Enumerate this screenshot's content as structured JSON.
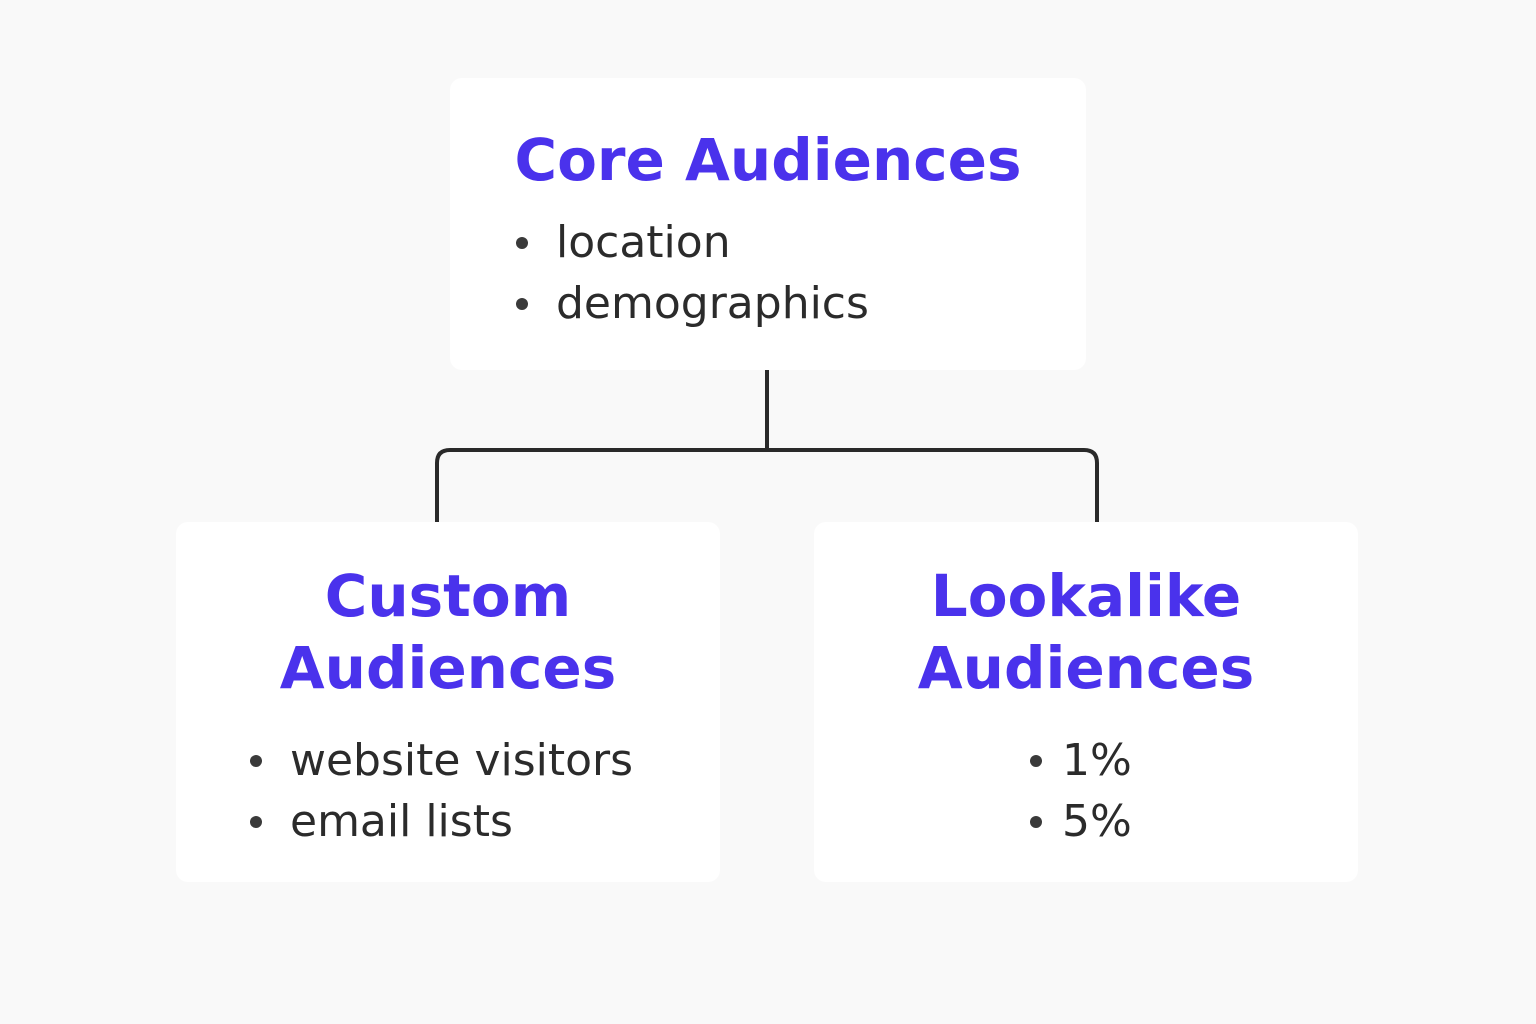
{
  "colors": {
    "title": "#4a32ec",
    "text": "#2b2b2b",
    "bullet": "#3a3a3a",
    "connector": "#2a2a2a",
    "card": "#ffffff",
    "background": "#f9f9f9"
  },
  "nodes": {
    "core": {
      "title_lines": [
        "Core Audiences"
      ],
      "bullets": [
        "location",
        "demographics"
      ]
    },
    "custom": {
      "title_lines": [
        "Custom",
        "Audiences"
      ],
      "bullets": [
        "website visitors",
        "email lists"
      ]
    },
    "lookalike": {
      "title_lines": [
        "Lookalike",
        "Audiences"
      ],
      "bullets": [
        "1%",
        "5%"
      ]
    }
  },
  "edges": [
    {
      "from": "core",
      "to": "custom"
    },
    {
      "from": "core",
      "to": "lookalike"
    }
  ]
}
